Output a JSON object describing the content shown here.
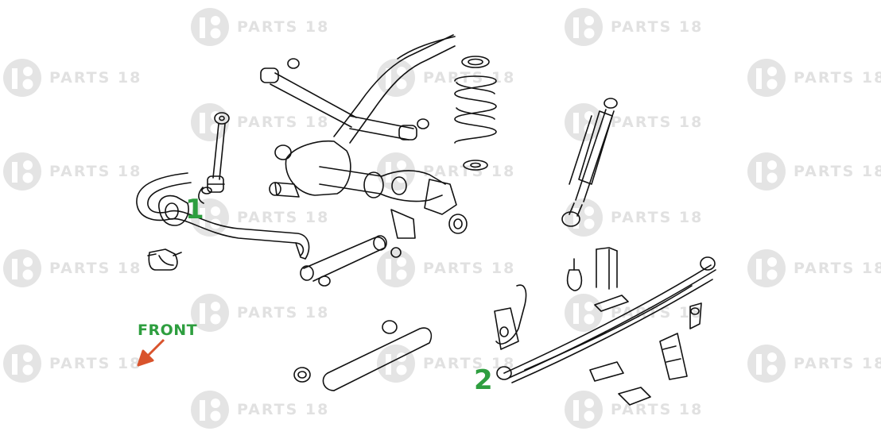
{
  "watermark": {
    "text": "PARTS 18",
    "color": "#c9c9c9"
  },
  "callouts": [
    {
      "number": "1",
      "part": "sway-bar-link"
    },
    {
      "number": "2",
      "part": "leaf-spring"
    }
  ],
  "front_indicator": {
    "label": "FRONT",
    "label_color": "#2e9e3f",
    "arrow_color": "#d9532c"
  },
  "colors": {
    "callout": "#2e9e3f",
    "line_art": "#111111"
  }
}
